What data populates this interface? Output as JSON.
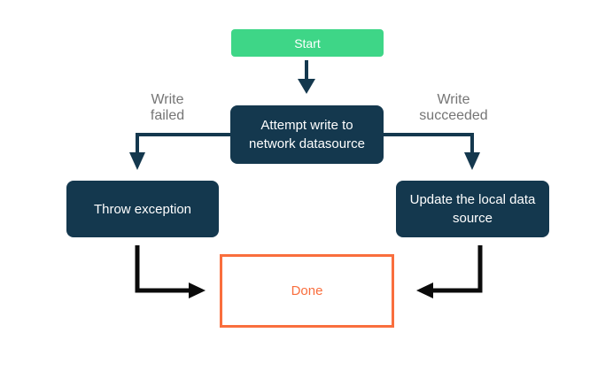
{
  "diagram": {
    "type": "flowchart",
    "nodes": {
      "start": {
        "label": "Start"
      },
      "attempt": {
        "lines": [
          "Attempt write to",
          "network datasource"
        ]
      },
      "throw_exception": {
        "label": "Throw exception"
      },
      "update_local": {
        "lines": [
          "Update the local data",
          "source"
        ]
      },
      "done": {
        "label": "Done"
      }
    },
    "edge_labels": {
      "failed": {
        "lines": [
          "Write",
          "failed"
        ]
      },
      "succeeded": {
        "lines": [
          "Write",
          "succeeded"
        ]
      }
    },
    "edges": [
      "Start -> Attempt write to network datasource",
      "Attempt write to network datasource -> Throw exception (Write failed)",
      "Attempt write to network datasource -> Update the local data source (Write succeeded)",
      "Throw exception -> Done",
      "Update the local data source -> Done"
    ]
  },
  "colors": {
    "green": "#3ED687",
    "navy": "#14384E",
    "orange": "#F96E3D",
    "label_gray": "#757575",
    "arrow_black": "#0B0B0B"
  }
}
